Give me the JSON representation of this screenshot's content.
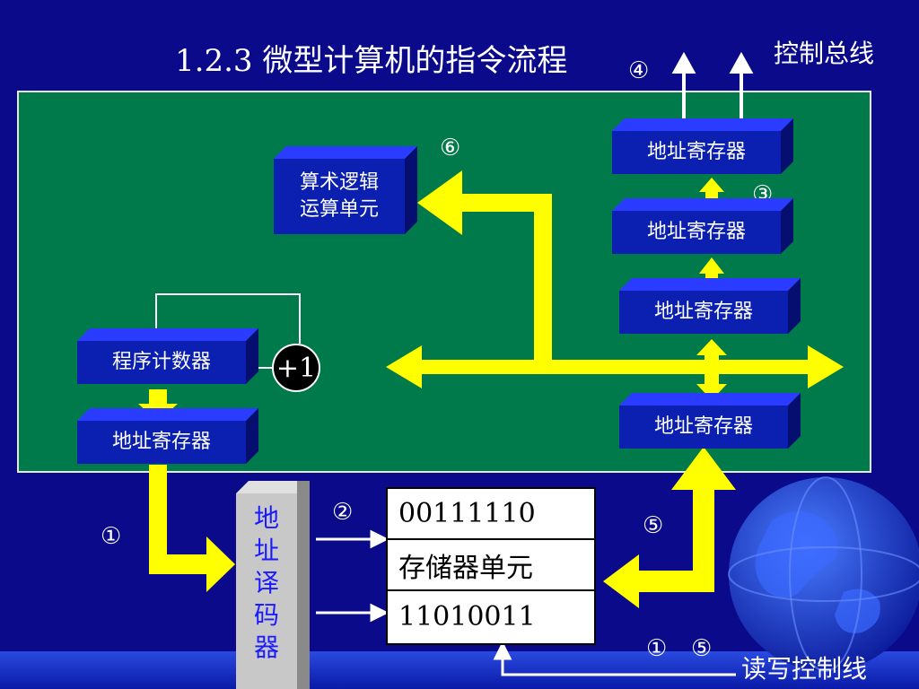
{
  "title": "1.2.3 微型计算机的指令流程",
  "control_bus_label": "控制总线",
  "rw_control_label": "读写控制线",
  "markers": {
    "m4": "④",
    "m6": "⑥",
    "m3": "③",
    "m2": "②",
    "m1_left": "①",
    "m5_right": "⑤",
    "m1_bottom": "①",
    "m5_bottom": "⑤"
  },
  "boxes": {
    "alu": "算术逻辑\n运算单元",
    "pc": "程序计数器",
    "addr_reg_left": "地址寄存器",
    "reg_top": "地址寄存器",
    "reg_2": "地址寄存器",
    "reg_3": "地址寄存器",
    "reg_bottom": "地址寄存器"
  },
  "increment": "+1",
  "decoder": [
    "地",
    "址",
    "译",
    "码",
    "器"
  ],
  "memory_rows": [
    "00111110",
    "存储器单元",
    "11010011"
  ],
  "colors": {
    "background": "#0a0a8a",
    "panel": "#007a4a",
    "box": "#0b1fb0",
    "arrow": "#ffff00"
  }
}
